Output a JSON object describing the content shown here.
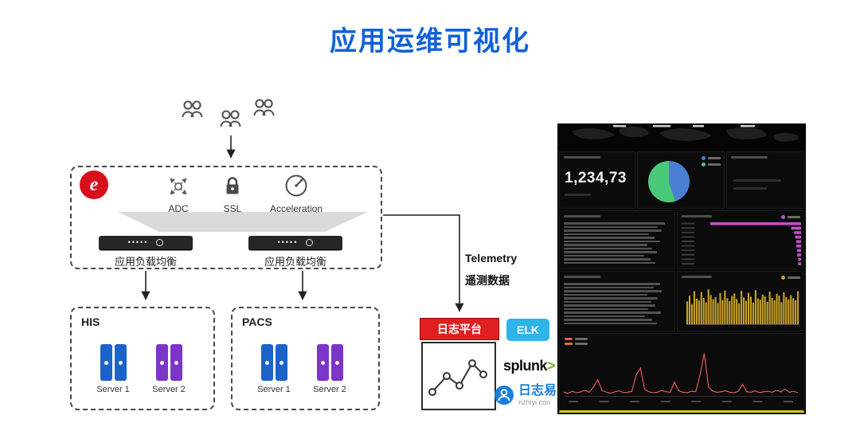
{
  "title": "应用运维可视化",
  "colors": {
    "title_blue": "#1161d9",
    "array_red": "#d8101c",
    "red": "#e02020",
    "elk_blue": "#2fb4e9",
    "server_blue": "#1b63c8",
    "server_purple": "#7c35c9",
    "magenta": "#c050c8",
    "gold": "#c9a227",
    "line_red": "#e05a52",
    "line_orange": "#c97b3f"
  },
  "adc_box": {
    "logo_letter": "e",
    "features": [
      {
        "label": "ADC"
      },
      {
        "label": "SSL"
      },
      {
        "label": "Acceleration"
      }
    ],
    "load_balancers": [
      {
        "label": "应用负载均衡"
      },
      {
        "label": "应用负载均衡"
      }
    ]
  },
  "server_groups": [
    {
      "name": "HIS",
      "servers": [
        {
          "label": "Server 1"
        },
        {
          "label": "Server 2"
        }
      ]
    },
    {
      "name": "PACS",
      "servers": [
        {
          "label": "Server 1"
        },
        {
          "label": "Server 2"
        }
      ]
    }
  ],
  "telemetry": {
    "line1": "Telemetry",
    "line2": "遥测数据"
  },
  "log_platform_label": "日志平台",
  "log_tools": {
    "elk": "ELK",
    "splunk_name": "splunk",
    "splunk_arrow": ">",
    "rizhiyi_name": "日志易",
    "rizhiyi_domain": "rizhiyi.con"
  },
  "dashboard": {
    "big_number": "1,234,73",
    "pie": {
      "slices": [
        {
          "name": "slice-blue",
          "value": 45,
          "color": "#4a7fd4"
        },
        {
          "name": "slice-green",
          "value": 55,
          "color": "#49c87a"
        }
      ]
    },
    "log_rows_top": [
      95,
      88,
      92,
      80,
      85,
      90,
      78,
      83,
      87,
      75,
      81,
      86
    ],
    "log_rows_bottom": [
      90,
      84,
      92,
      78,
      88,
      82,
      86,
      79,
      91,
      76,
      83,
      87
    ],
    "magenta_bars": [
      92,
      10,
      7,
      6,
      5,
      5,
      4,
      4,
      3,
      3
    ],
    "gold_histogram": [
      62,
      78,
      55,
      90,
      70,
      65,
      88,
      72,
      60,
      95,
      80,
      68,
      74,
      58,
      85,
      66,
      92,
      71,
      63,
      77,
      84,
      69,
      57,
      91,
      73,
      64,
      86,
      75,
      59,
      93,
      70,
      67,
      81,
      76,
      61,
      89,
      72,
      65,
      83,
      78,
      60,
      87,
      74,
      68,
      79,
      71,
      66,
      90
    ],
    "red_line": [
      8,
      6,
      10,
      7,
      9,
      12,
      8,
      20,
      35,
      12,
      8,
      6,
      9,
      11,
      7,
      8,
      10,
      45,
      60,
      14,
      9,
      7,
      8,
      12,
      9,
      8,
      30,
      11,
      8,
      7,
      10,
      9,
      45,
      92,
      20,
      10,
      8,
      9,
      11,
      8,
      7,
      10,
      25,
      9,
      8,
      11,
      7,
      9,
      10,
      8,
      12,
      9,
      15,
      8,
      10,
      7
    ]
  }
}
